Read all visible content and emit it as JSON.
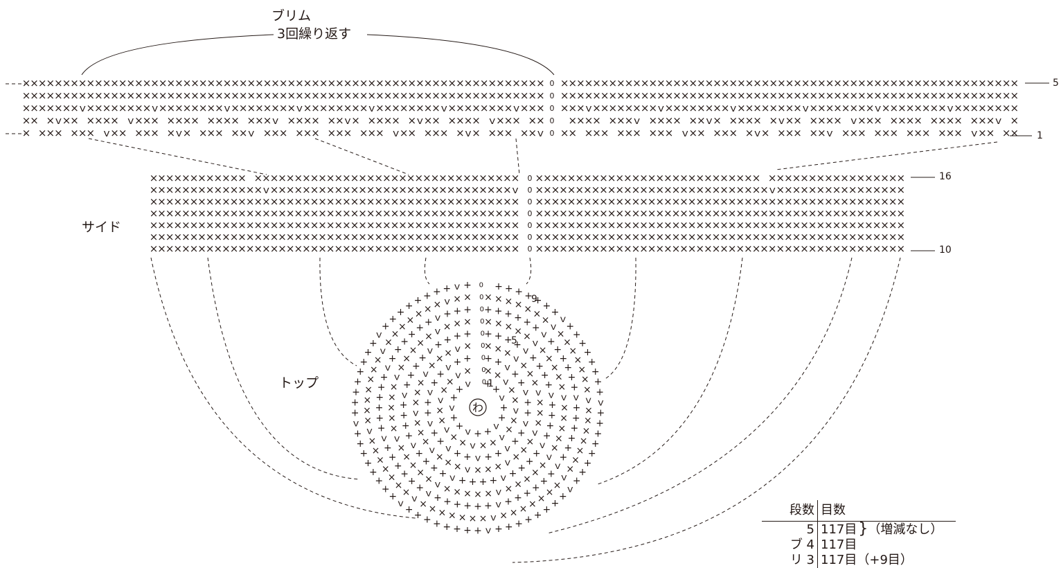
{
  "labels": {
    "brim": "ブリム",
    "repeat": "3回繰り返す",
    "side": "サイド",
    "top": "トップ",
    "center_ring": "わ"
  },
  "row_numbers": {
    "brim_top": "5",
    "brim_bottom": "1",
    "side_top": "16",
    "side_bottom": "10",
    "top_row_5": "5",
    "top_row_9": "9",
    "top_row_1": "1"
  },
  "table": {
    "headers": [
      "段数",
      "目数"
    ],
    "rows": [
      {
        "group": "",
        "row": "5",
        "count": "117目",
        "note": "（増減なし）"
      },
      {
        "group": "ブ",
        "row": "4",
        "count": "117目",
        "note": ""
      },
      {
        "group": "リ",
        "row": "3",
        "count": "117目（+9目）",
        "note": ""
      }
    ]
  },
  "symbols": {
    "single_crochet": "×",
    "increase": "ｖ",
    "chain": "0"
  },
  "colors": {
    "ink": "#231815",
    "background": "#ffffff"
  }
}
